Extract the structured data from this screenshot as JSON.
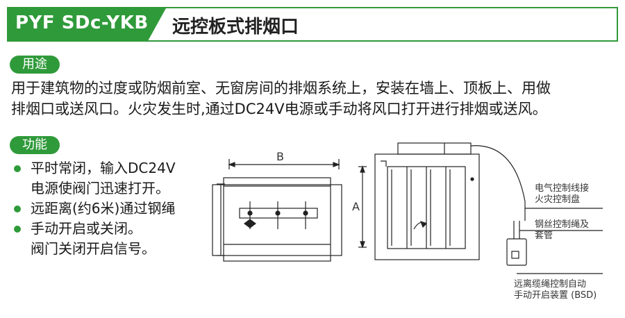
{
  "header": {
    "model_code": "PYF SDc-YKB",
    "product_name": "远控板式排烟口"
  },
  "usage": {
    "label": "用途",
    "text_line1": "用于建筑物的过度或防烟前室、无窗房间的排烟系统上，安装在墙上、顶板上、用做",
    "text_line2": "排烟口或送风口。火灾发生时,通过DC24V电源或手动将风口打开进行排烟或送风。"
  },
  "function": {
    "label": "功能",
    "items": [
      {
        "line1": "平时常闭，输入DC24V",
        "line2": "电源使阀门迅速打开。"
      },
      {
        "line1": "远距离(约6米)通过钢绳",
        "line2": ""
      },
      {
        "line1": "手动开启或关闭。",
        "line2": "阀门关闭开启信号。"
      }
    ]
  },
  "diagram": {
    "dim_b": "B",
    "dim_a": "A",
    "label_electric": [
      "电气控制线接",
      "火灾控制盘"
    ],
    "label_cable": [
      "钢丝控制绳及",
      "套管"
    ],
    "label_device": [
      "远离缆绳控制自动",
      "手动开启装置 (BSD)"
    ]
  },
  "colors": {
    "accent": "#2f9a3a"
  }
}
